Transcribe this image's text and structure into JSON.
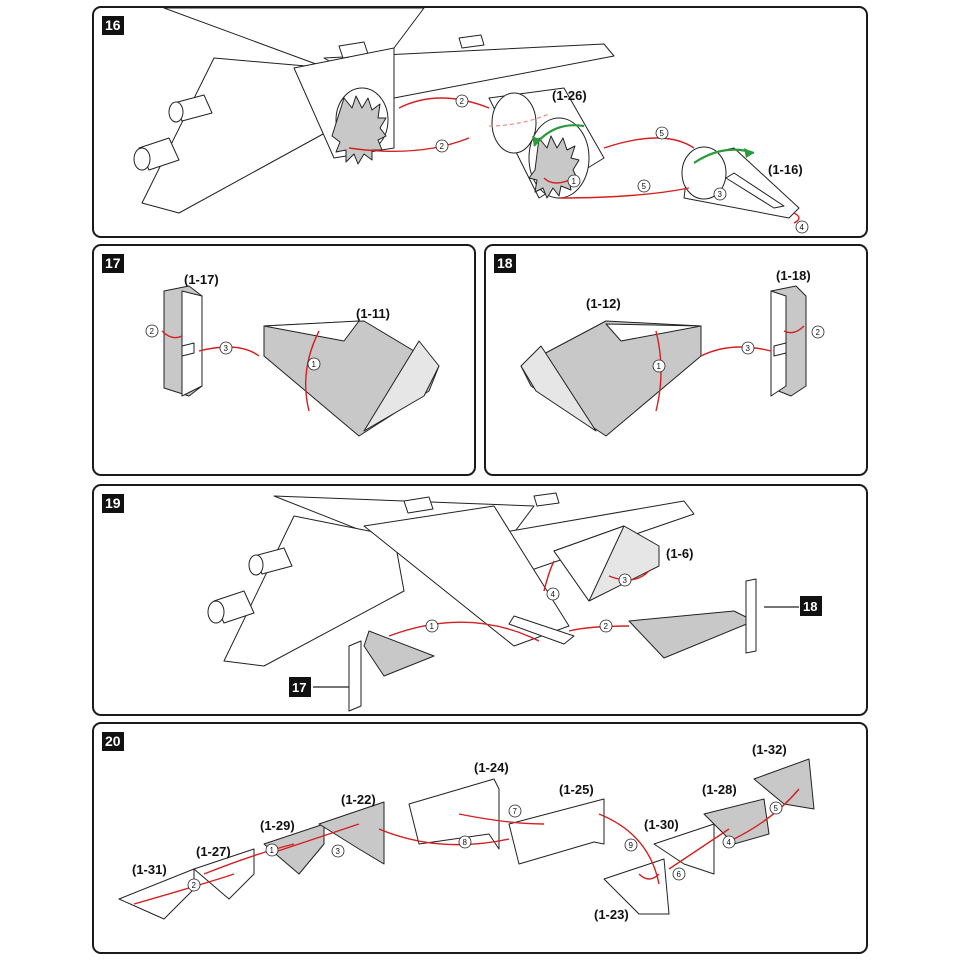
{
  "steps": {
    "s16": "16",
    "s17": "17",
    "s18": "18",
    "s19": "19",
    "s20": "20"
  },
  "parts": {
    "p1_26": "(1-26)",
    "p1_16": "(1-16)",
    "p1_17": "(1-17)",
    "p1_11": "(1-11)",
    "p1_12": "(1-12)",
    "p1_18": "(1-18)",
    "p1_6": "(1-6)",
    "p1_31": "(1-31)",
    "p1_27": "(1-27)",
    "p1_29": "(1-29)",
    "p1_22": "(1-22)",
    "p1_24": "(1-24)",
    "p1_25": "(1-25)",
    "p1_23": "(1-23)",
    "p1_30": "(1-30)",
    "p1_28": "(1-28)",
    "p1_32": "(1-32)"
  },
  "sequence_numbers": {
    "n1": "1",
    "n2": "2",
    "n3": "3",
    "n4": "4",
    "n5": "5",
    "n6": "6",
    "n7": "7",
    "n8": "8",
    "n9": "9"
  },
  "colors": {
    "arrow": "#d42020",
    "rotate_arrow": "#2a9a3a",
    "part_fill": "#c8c8c8",
    "outline": "#222222"
  }
}
